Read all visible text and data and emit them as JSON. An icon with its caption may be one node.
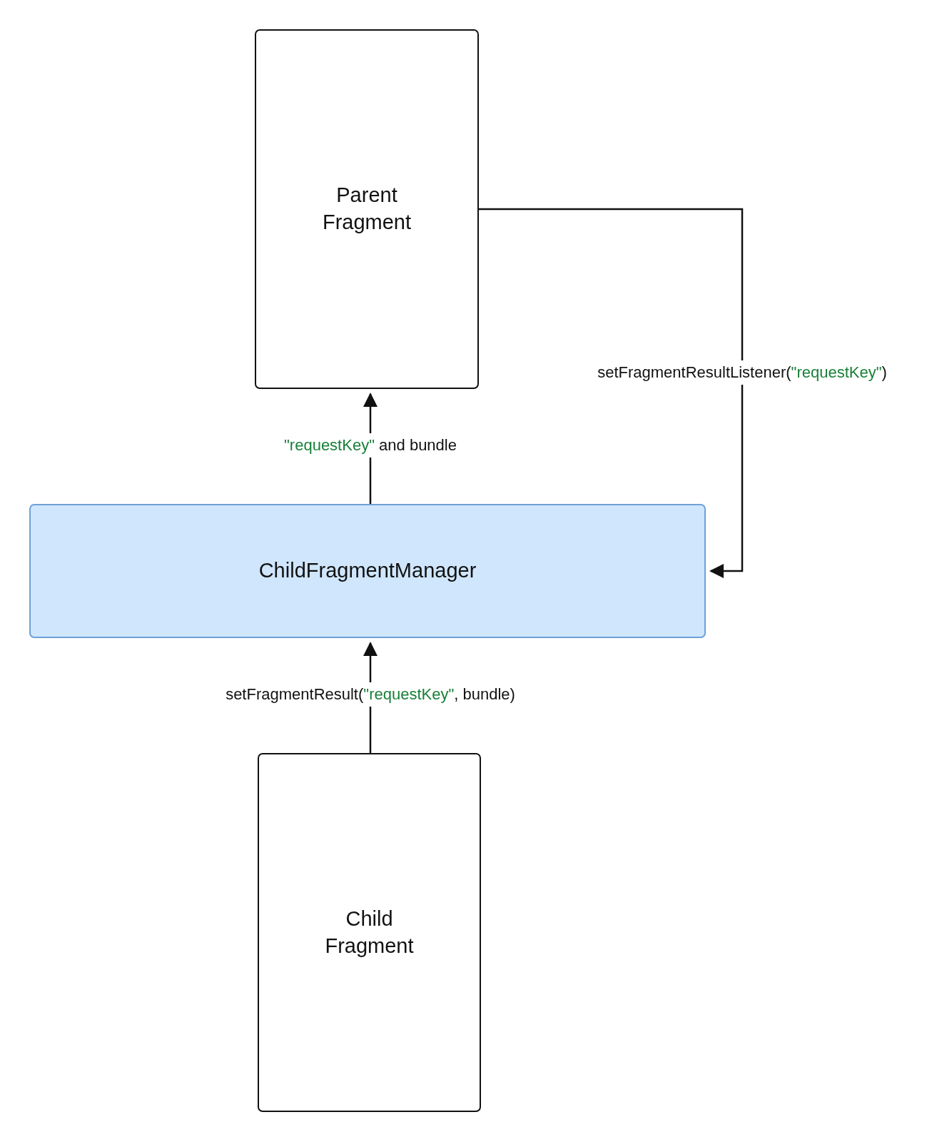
{
  "diagram": {
    "nodes": [
      {
        "text": [
          "Parent Fragment"
        ]
      },
      {
        "text": [
          "ChildFragmentManager"
        ]
      },
      {
        "text": [
          "Child Fragment"
        ]
      }
    ],
    "edges": [
      {
        "from": 1,
        "to": 0,
        "arrow": "to",
        "label": "\"requestKey\" and bundle"
      },
      {
        "from": 2,
        "to": 1,
        "arrow": "to",
        "label": "setFragmentResult(\"requestKey\", bundle)"
      },
      {
        "from": 0,
        "to": 1,
        "arrow": "to",
        "label": "setFragmentResultListener(\"requestKey\")"
      }
    ]
  }
}
